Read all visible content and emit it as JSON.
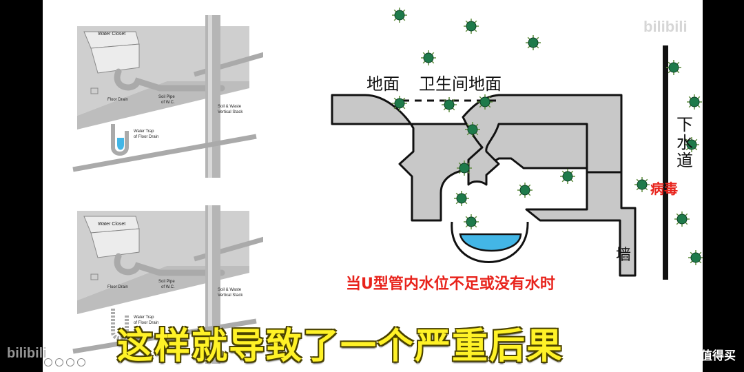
{
  "video": {
    "watermark_top": "bilibili",
    "watermark_bottom": "bilibili",
    "subtitle": "这样就导致了一个严重后果",
    "corner_brand": "值 什么值得买"
  },
  "schematic_top": {
    "water_closet": "Water Closet",
    "floor_drain": "Floor Drain",
    "soil_pipe": "Soil Pipe",
    "soil_pipe_sub": "of W.C.",
    "soil_waste": "Soil & Waste",
    "vertical_stack": "Vertical Stack",
    "water_trap": "Water Trap",
    "water_trap_sub": "of Floor Drain"
  },
  "schematic_bottom": {
    "water_closet": "Water Closet",
    "floor_drain": "Floor Drain",
    "soil_pipe": "Soil Pipe",
    "soil_pipe_sub": "of W.C.",
    "soil_waste": "Soil & Waste",
    "vertical_stack": "Vertical Stack",
    "water_trap": "Water Trap",
    "water_trap_sub": "of Floor Drain"
  },
  "diagram": {
    "ground_label": "地面",
    "bathroom_floor_label": "卫生间地面",
    "sewer_label": "下水道",
    "virus_label": "病毒",
    "wall_label": "墙",
    "caption": "当U型管内水位不足或没有水时",
    "caption_color": "#e8231c",
    "water_color": "#43b6e6",
    "wall_color": "#c8c8c8",
    "virus_color": "#1e7a4a"
  }
}
